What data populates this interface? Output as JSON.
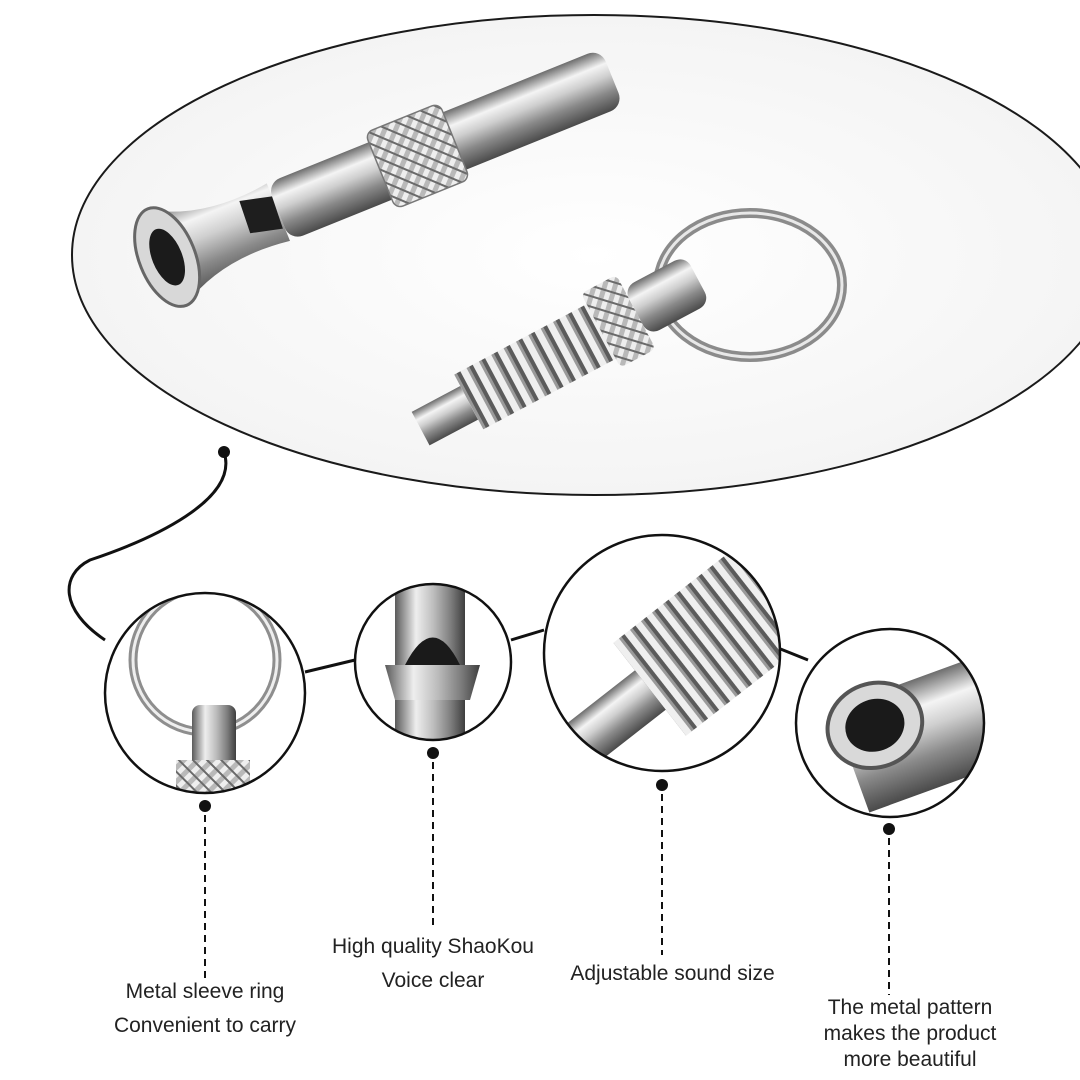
{
  "features": [
    {
      "id": "ring",
      "lines": [
        "Metal sleeve ring",
        "Convenient to carry"
      ]
    },
    {
      "id": "mouth",
      "lines": [
        "High quality ShaoKou",
        "Voice clear"
      ]
    },
    {
      "id": "screw",
      "lines": [
        "Adjustable sound size"
      ]
    },
    {
      "id": "pattern",
      "lines": [
        "The metal pattern",
        "makes the product",
        "more beautiful"
      ]
    }
  ]
}
